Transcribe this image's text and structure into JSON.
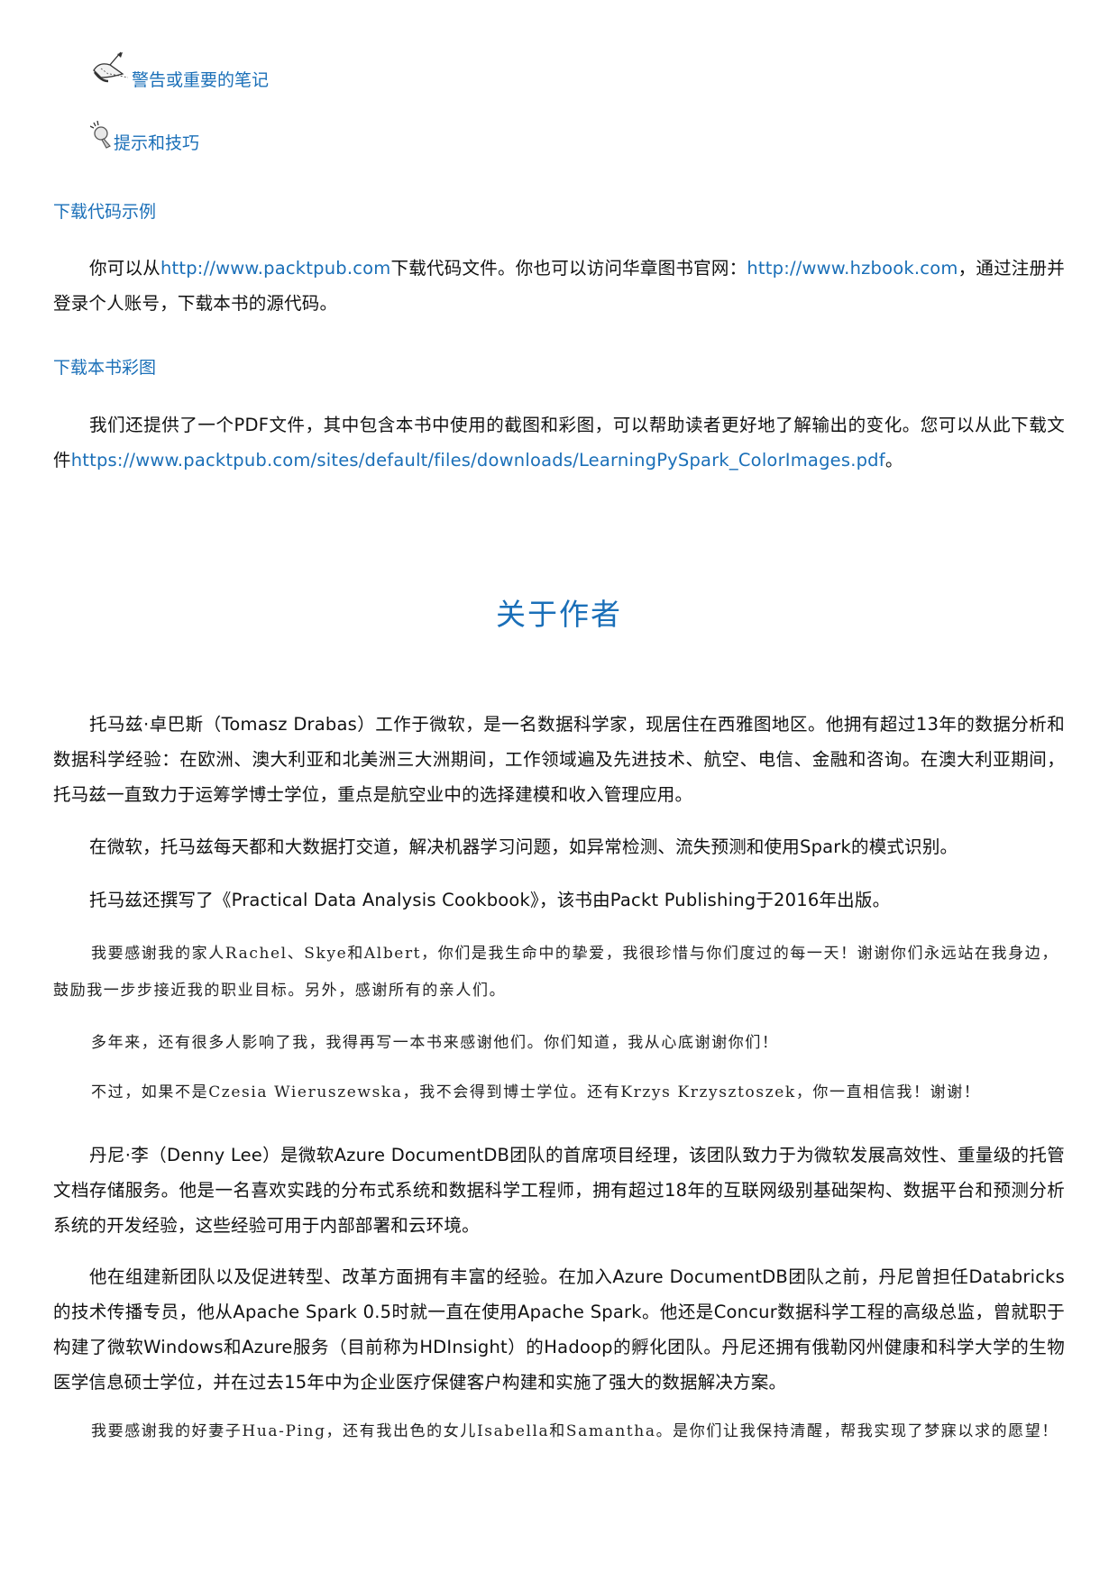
{
  "conventions": {
    "warning": {
      "icon": "warning-note-icon",
      "label": "警告或重要的笔记"
    },
    "tip": {
      "icon": "lightbulb-icon",
      "label": "提示和技巧"
    }
  },
  "download_code": {
    "heading": "下载代码示例",
    "text_1": "你可以从",
    "link_1": "http://www.packtpub.com",
    "text_2": "下载代码文件。你也可以访问华章图书官网：",
    "link_2": "http://www.hzbook.com",
    "text_3": "，通过注册并登录个人账号，下载本书的源代码。"
  },
  "download_images": {
    "heading": "下载本书彩图",
    "text_1": "我们还提供了一个PDF文件，其中包含本书中使用的截图和彩图，可以帮助读者更好地了解输出的变化。您可以从此下载文件",
    "link": "https://www.packtpub.com/sites/default/files/downloads/LearningPySpark_ColorImages.pdf",
    "text_2": "。"
  },
  "about_authors": {
    "title": "关于作者",
    "tomasz": {
      "para_1": "托马兹·卓巴斯（Tomasz Drabas）工作于微软，是一名数据科学家，现居住在西雅图地区。他拥有超过13年的数据分析和数据科学经验：在欧洲、澳大利亚和北美洲三大洲期间，工作领域遍及先进技术、航空、电信、金融和咨询。在澳大利亚期间，托马兹一直致力于运筹学博士学位，重点是航空业中的选择建模和收入管理应用。",
      "para_2": "在微软，托马兹每天都和大数据打交道，解决机器学习问题，如异常检测、流失预测和使用Spark的模式识别。",
      "para_3": "托马兹还撰写了《Practical Data Analysis Cookbook》，该书由Packt Publishing于2016年出版。",
      "thanks_1": "我要感谢我的家人Rachel、Skye和Albert，你们是我生命中的挚爱，我很珍惜与你们度过的每一天！谢谢你们永远站在我身边，鼓励我一步步接近我的职业目标。另外，感谢所有的亲人们。",
      "thanks_2": "多年来，还有很多人影响了我，我得再写一本书来感谢他们。你们知道，我从心底谢谢你们！",
      "thanks_3": "不过，如果不是Czesia Wieruszewska，我不会得到博士学位。还有Krzys Krzysztoszek，你一直相信我！谢谢！"
    },
    "denny": {
      "para_1": "丹尼·李（Denny Lee）是微软Azure DocumentDB团队的首席项目经理，该团队致力于为微软发展高效性、重量级的托管文档存储服务。他是一名喜欢实践的分布式系统和数据科学工程师，拥有超过18年的互联网级别基础架构、数据平台和预测分析系统的开发经验，这些经验可用于内部部署和云环境。",
      "para_2": "他在组建新团队以及促进转型、改革方面拥有丰富的经验。在加入Azure DocumentDB团队之前，丹尼曾担任Databricks的技术传播专员，他从Apache Spark 0.5时就一直在使用Apache Spark。他还是Concur数据科学工程的高级总监，曾就职于构建了微软Windows和Azure服务（目前称为HDInsight）的Hadoop的孵化团队。丹尼还拥有俄勒冈州健康和科学大学的生物医学信息硕士学位，并在过去15年中为企业医疗保健客户构建和实施了强大的数据解决方案。",
      "thanks_1": "我要感谢我的好妻子Hua-Ping，还有我出色的女儿Isabella和Samantha。是你们让我保持清醒，帮我实现了梦寐以求的愿望！"
    }
  }
}
